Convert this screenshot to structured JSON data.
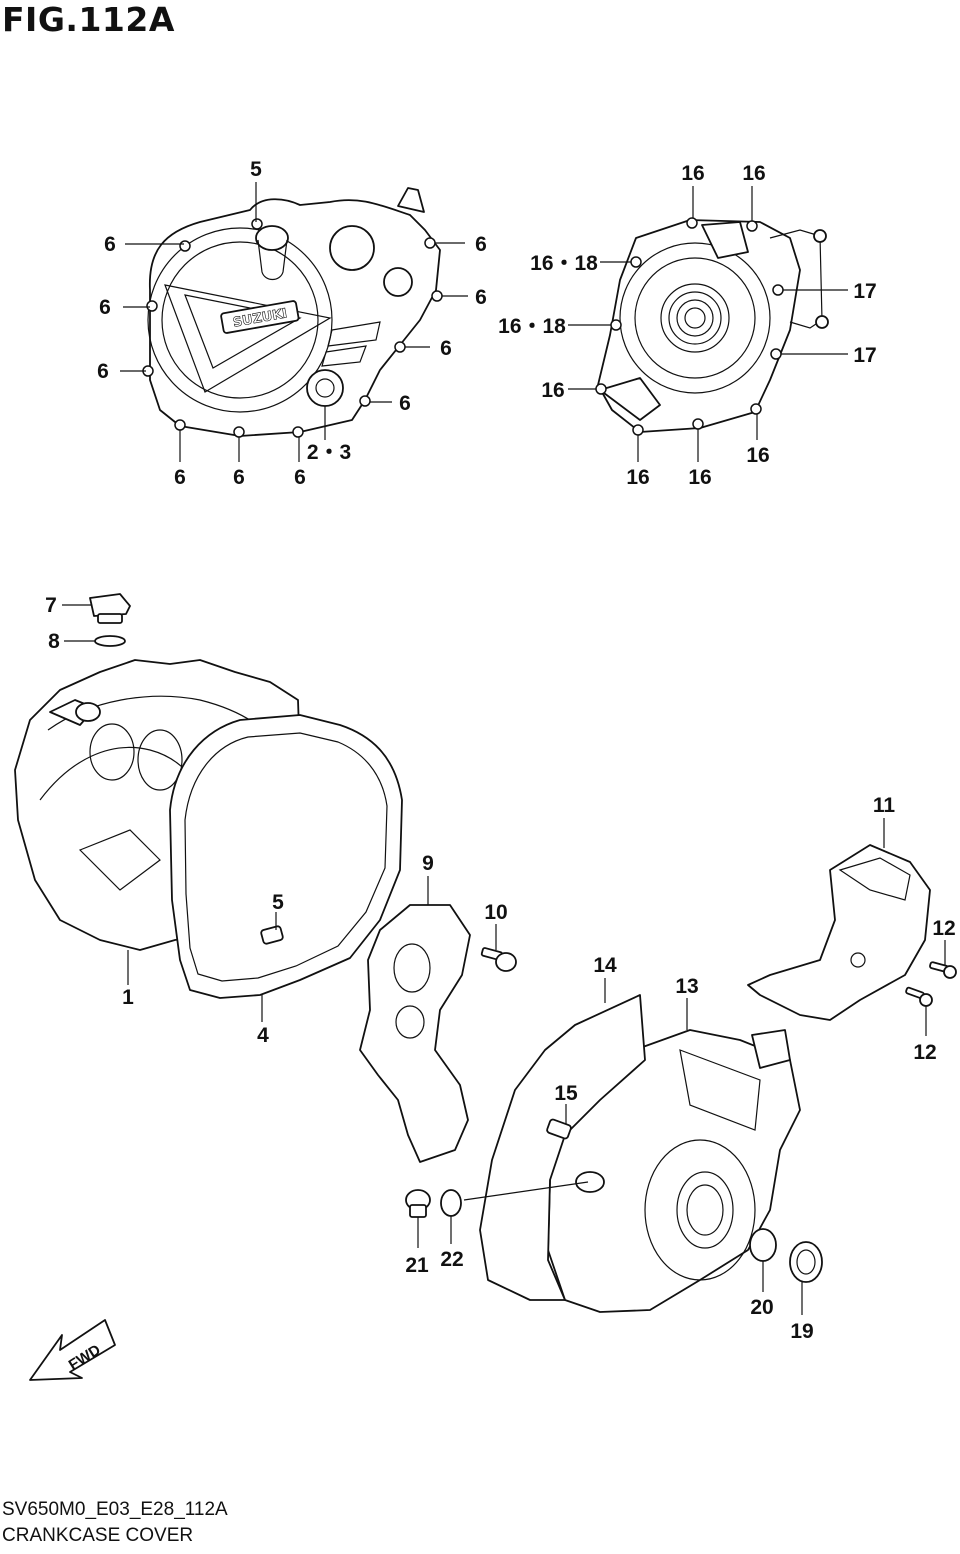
{
  "figure": {
    "title": "FIG.112A",
    "drawing_code": "SV650M0_E03_E28_112A",
    "drawing_name": "CRANKCASE COVER",
    "direction_label": "FWD",
    "cover_brand": "SUZUKI"
  },
  "callouts": [
    {
      "id": "c5a",
      "text": "5"
    },
    {
      "id": "c6a",
      "text": "6"
    },
    {
      "id": "c6b",
      "text": "6"
    },
    {
      "id": "c6c",
      "text": "6"
    },
    {
      "id": "c6d",
      "text": "6"
    },
    {
      "id": "c6e",
      "text": "6"
    },
    {
      "id": "c6f",
      "text": "6"
    },
    {
      "id": "c6g",
      "text": "6"
    },
    {
      "id": "c6h",
      "text": "6"
    },
    {
      "id": "c6i",
      "text": "6"
    },
    {
      "id": "c6j",
      "text": "6"
    },
    {
      "id": "c23",
      "text": "2・3"
    },
    {
      "id": "c16a",
      "text": "16"
    },
    {
      "id": "c16b",
      "text": "16"
    },
    {
      "id": "c1618a",
      "text": "16・18"
    },
    {
      "id": "c1618b",
      "text": "16・18"
    },
    {
      "id": "c17a",
      "text": "17"
    },
    {
      "id": "c17b",
      "text": "17"
    },
    {
      "id": "c16c",
      "text": "16"
    },
    {
      "id": "c16d",
      "text": "16"
    },
    {
      "id": "c16e",
      "text": "16"
    },
    {
      "id": "c16f",
      "text": "16"
    },
    {
      "id": "c7",
      "text": "7"
    },
    {
      "id": "c8",
      "text": "8"
    },
    {
      "id": "c1",
      "text": "1"
    },
    {
      "id": "c5b",
      "text": "5"
    },
    {
      "id": "c4",
      "text": "4"
    },
    {
      "id": "c9",
      "text": "9"
    },
    {
      "id": "c10",
      "text": "10"
    },
    {
      "id": "c11",
      "text": "11"
    },
    {
      "id": "c12a",
      "text": "12"
    },
    {
      "id": "c12b",
      "text": "12"
    },
    {
      "id": "c13",
      "text": "13"
    },
    {
      "id": "c14",
      "text": "14"
    },
    {
      "id": "c15",
      "text": "15"
    },
    {
      "id": "c21",
      "text": "21"
    },
    {
      "id": "c22",
      "text": "22"
    },
    {
      "id": "c20",
      "text": "20"
    },
    {
      "id": "c19",
      "text": "19"
    }
  ]
}
